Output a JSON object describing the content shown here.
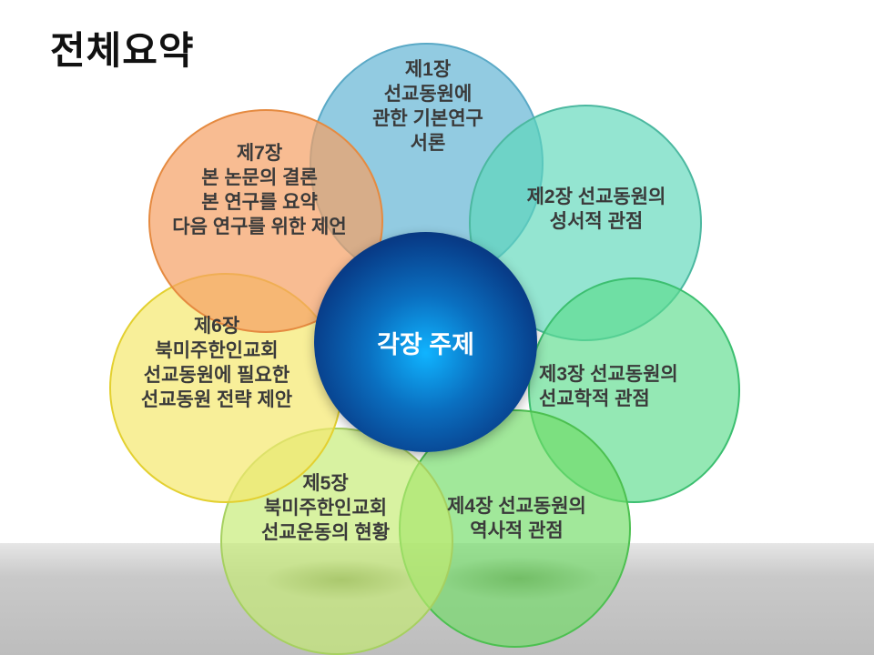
{
  "title": "전체요약",
  "center": {
    "label": "각장 주제"
  },
  "chapters": [
    {
      "label": "제1장\n선교동원에\n관한 기본연구\n서론",
      "color": "#7ec4dc"
    },
    {
      "label": "제2장 선교동원의\n성서적 관점",
      "color": "#6cd8c0"
    },
    {
      "label": "제3장 선교동원의\n선교학적 관점",
      "color": "#6fe09a"
    },
    {
      "label": "제4장 선교동원의\n역사적 관점",
      "color": "#7ee07a"
    },
    {
      "label": "제5장\n북미주한인교회\n선교운동의 현황",
      "color": "#c8ec78"
    },
    {
      "label": "제6장\n북미주한인교회\n선교동원에 필요한\n선교동원 전략 제안",
      "color": "#f4e878"
    },
    {
      "label": "제7장\n본 논문의 결론\n본 연구를 요약\n다음 연구를 위한 제언",
      "color": "#f5a870"
    }
  ]
}
